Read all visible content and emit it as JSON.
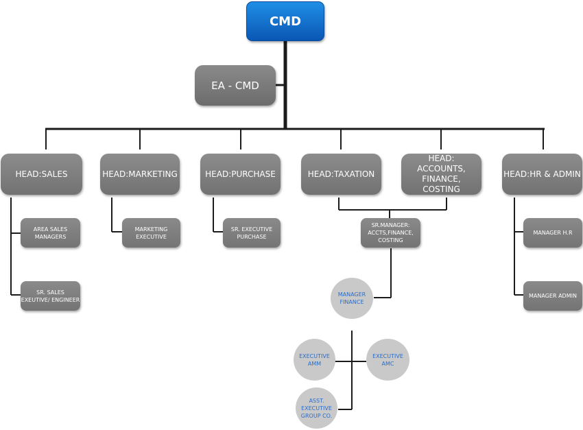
{
  "top": {
    "label": "CMD"
  },
  "assistant": {
    "label": "EA - CMD"
  },
  "heads": {
    "sales": "HEAD:SALES",
    "marketing": "HEAD:MARKETING",
    "purchase": "HEAD:PURCHASE",
    "taxation": "HEAD:TAXATION",
    "accounts": "HEAD:\nACCOUNTS,\nFINANCE,\nCOSTING",
    "hr_admin": "HEAD:HR & ADMIN"
  },
  "staff": {
    "area_sales": "AREA SALES\nMANAGERS",
    "sr_sales": "SR. SALES\nEXEUTIVE/ ENGINEER",
    "marketing_exec": "MARKETING\nEXECUTIVE",
    "sr_exec_purchase": "SR. EXECUTIVE\nPURCHASE",
    "sr_manager_accts": "SR.MANAGER:\nACCTS,FINANCE,\nCOSTING",
    "manager_hr": "MANAGER H.R",
    "manager_admin": "MANAGER ADMIN"
  },
  "finance": {
    "manager_finance": "MANAGER\nFINANCE",
    "exec_amm": "EXECUTIVE\nAMM",
    "exec_amc": "EXECUTIVE\nAMC",
    "asst_exec_group": "ASST.\nEXECUTIVE\nGROUP CO."
  },
  "colors": {
    "top_node": "#0a57b4",
    "node_gray": "#7f7f7f",
    "circle_fill": "#c9c9c9",
    "circle_text": "#2a6cc8",
    "connector": "#1a1a1a"
  }
}
